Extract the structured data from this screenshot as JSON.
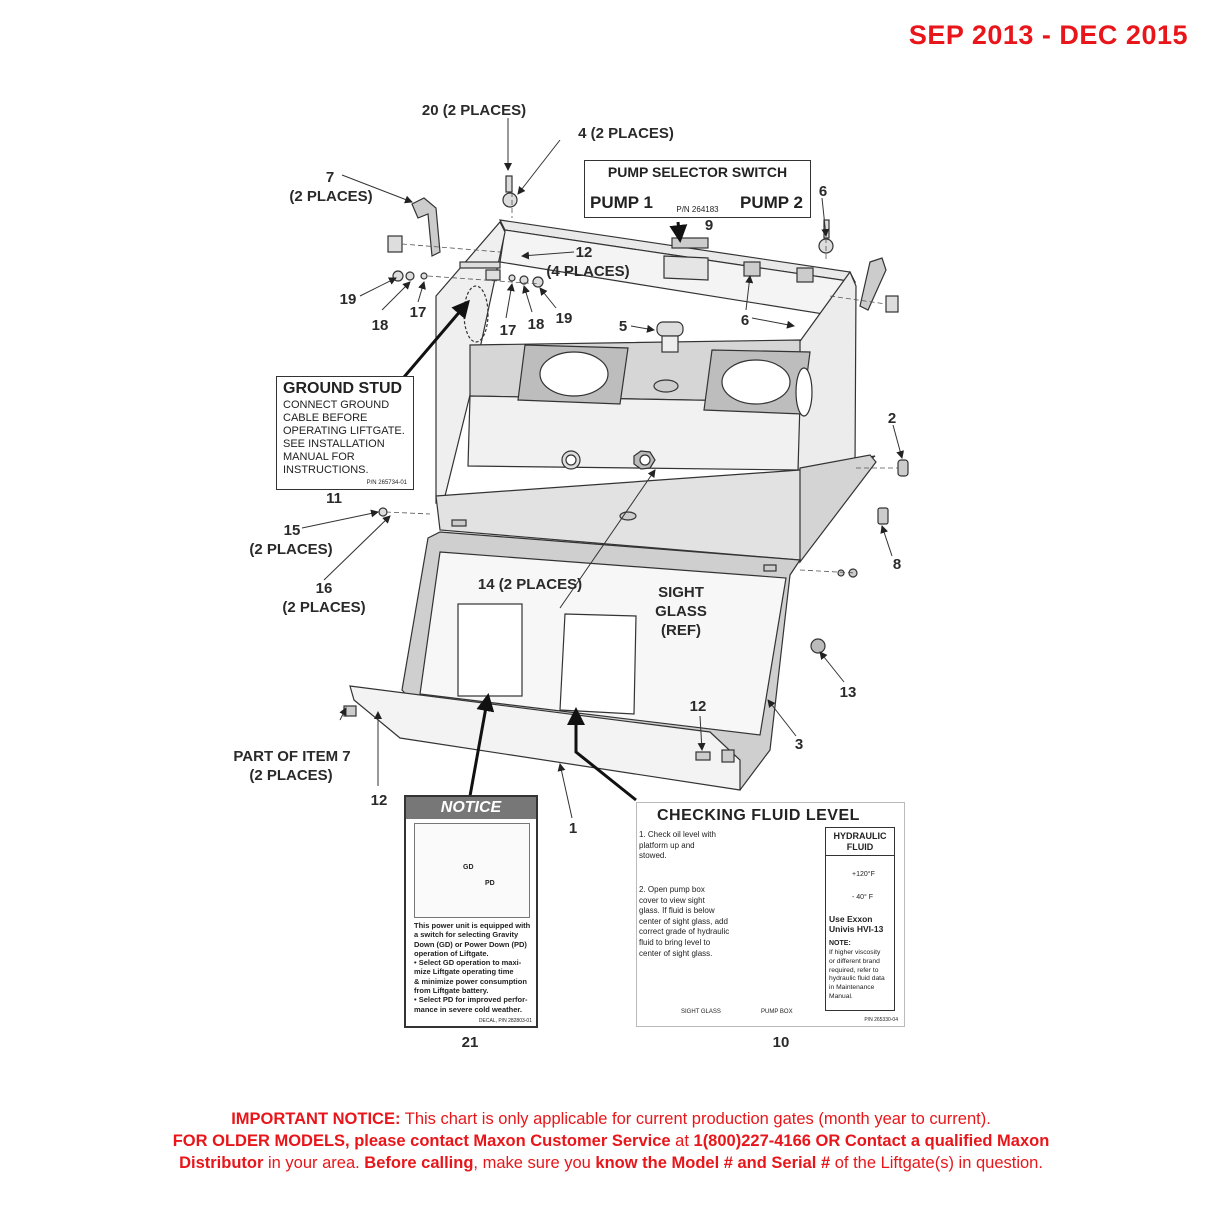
{
  "header": {
    "date_range": "SEP 2013 - DEC 2015"
  },
  "callouts": {
    "c20": "20 (2 PLACES)",
    "c4": "4 (2 PLACES)",
    "c7": "7",
    "c7b": "(2 PLACES)",
    "c6a": "6",
    "c6b": "6",
    "c9": "9",
    "c12a": "12",
    "c12a_b": "(4 PLACES)",
    "c19a": "19",
    "c18a": "18",
    "c17a": "17",
    "c17b": "17",
    "c18b": "18",
    "c19b": "19",
    "c5": "5",
    "c2": "2",
    "c11": "11",
    "c15": "15",
    "c15b": "(2 PLACES)",
    "c16": "16",
    "c16b": "(2 PLACES)",
    "c14": "14 (2 PLACES)",
    "sight1": "SIGHT",
    "sight2": "GLASS",
    "sight3": "(REF)",
    "c8": "8",
    "c13": "13",
    "c12b": "12",
    "c3": "3",
    "part7a": "PART OF ITEM 7",
    "part7b": "(2 PLACES)",
    "c12c": "12",
    "c1": "1",
    "c21": "21",
    "c10": "10"
  },
  "pump_selector": {
    "title": "PUMP SELECTOR SWITCH",
    "pump1": "PUMP 1",
    "pump2": "PUMP 2",
    "pn": "P/N 264183"
  },
  "ground_stud": {
    "title": "GROUND STUD",
    "body": "CONNECT GROUND\nCABLE BEFORE\nOPERATING LIFTGATE.\nSEE INSTALLATION\nMANUAL FOR\nINSTRUCTIONS.",
    "pn": "P/N 265734-01"
  },
  "notice_decal": {
    "title": "NOTICE",
    "body": "This power unit is equipped with\na switch for selecting Gravity\nDown (GD) or Power Down (PD)\noperation of Liftgate.\n• Select GD operation to maxi-\n  mize Liftgate operating time\n  & minimize power consumption\n  from Liftgate battery.\n• Select PD for improved perfor-\n  mance in severe cold weather.",
    "pn": "DECAL, P/N 282803-01",
    "gd": "GD",
    "pd": "PD"
  },
  "fluid_decal": {
    "title": "CHECKING FLUID LEVEL",
    "step1": "1. Check oil level with\n    platform up and\n    stowed.",
    "step2": "2. Open pump box\n    cover to view sight\n    glass. If fluid is below\n    center of sight glass, add\n    correct grade of hydraulic\n    fluid to bring level to\n    center of sight glass.",
    "hf_title": "HYDRAULIC\nFLUID",
    "temp_high": "+120°F",
    "temp_low": "- 40° F",
    "use": "Use Exxon\nUnivis HVI-13",
    "note_title": "NOTE:",
    "note": "If higher viscosity\nor different brand\nrequired, refer to\nhydraulic fluid data\nin Maintenance\nManual.",
    "sight_glass": "SIGHT GLASS",
    "pump_box": "PUMP BOX",
    "pn": "P/N 265330-04"
  },
  "footer": {
    "l1_bold": "IMPORTANT NOTICE:",
    "l1_rest": " This chart is only applicable for current production gates (month year to current).",
    "l2_bold": "FOR OLDER MODELS, please contact Maxon Customer Service",
    "l2_mid": " at ",
    "l2_bold2": "1(800)227-4166 OR Contact a qualified Maxon",
    "l3_bold": "Distributor",
    "l3_mid": " in your area. ",
    "l3_bold2": "Before calling",
    "l3_mid2": ", make sure you ",
    "l3_bold3": "know the Model # and Serial #",
    "l3_end": " of the Liftgate(s) in question."
  },
  "colors": {
    "accent_red": "#e8161a",
    "line": "#333333",
    "panel_gray": "#d6d6d6"
  }
}
